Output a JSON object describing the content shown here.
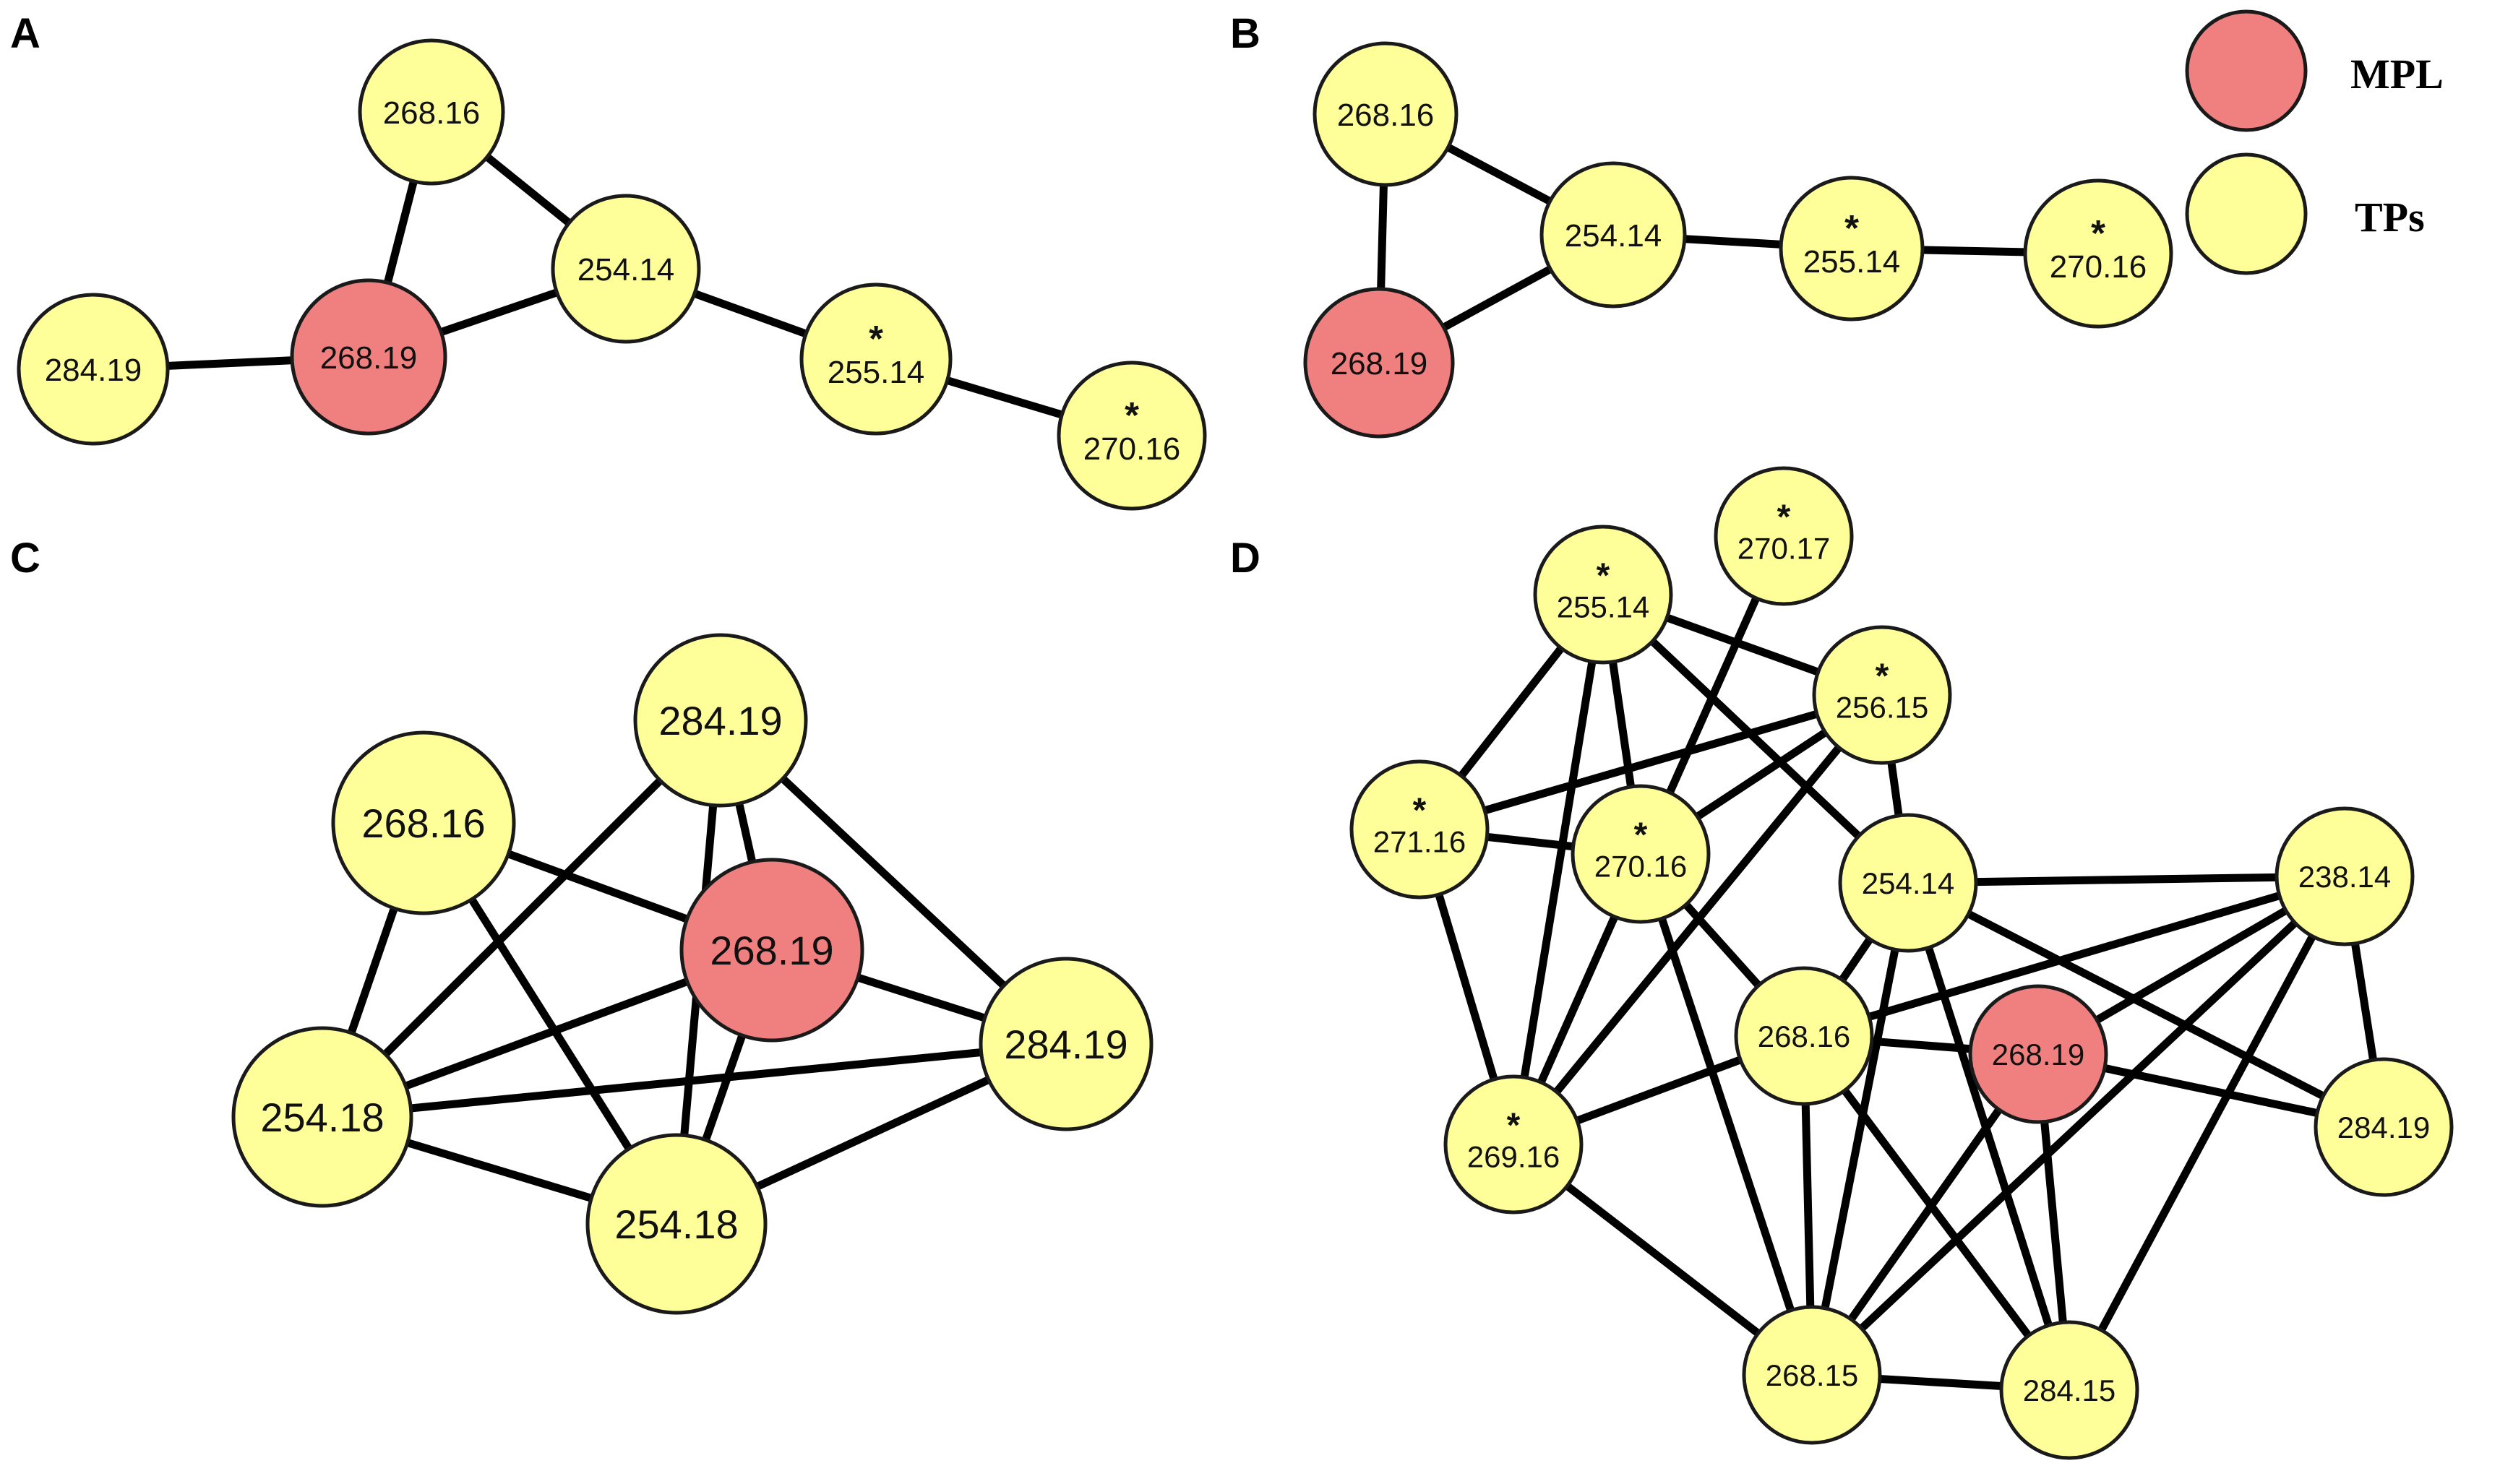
{
  "colors": {
    "mpl": "#f08080",
    "tp": "#ffff99",
    "edge": "#000000",
    "outline": "#1a1a1a"
  },
  "legend": {
    "mpl_label": "MPL",
    "tp_label": "TPs"
  },
  "panels": [
    {
      "label": "A",
      "nodes": [
        {
          "id": "a268_16",
          "text": "268.16",
          "type": "tp",
          "star": false
        },
        {
          "id": "a284_19",
          "text": "284.19",
          "type": "tp",
          "star": false
        },
        {
          "id": "a268_19",
          "text": "268.19",
          "type": "mpl",
          "star": false
        },
        {
          "id": "a254_14",
          "text": "254.14",
          "type": "tp",
          "star": false
        },
        {
          "id": "a255_14",
          "text": "255.14",
          "type": "tp",
          "star": true
        },
        {
          "id": "a270_16",
          "text": "270.16",
          "type": "tp",
          "star": true
        }
      ],
      "edges": [
        [
          "a268_16",
          "a268_19"
        ],
        [
          "a268_16",
          "a254_14"
        ],
        [
          "a284_19",
          "a268_19"
        ],
        [
          "a268_19",
          "a254_14"
        ],
        [
          "a254_14",
          "a255_14"
        ],
        [
          "a255_14",
          "a270_16"
        ]
      ]
    },
    {
      "label": "B",
      "nodes": [
        {
          "id": "b268_16",
          "text": "268.16",
          "type": "tp",
          "star": false
        },
        {
          "id": "b268_19",
          "text": "268.19",
          "type": "mpl",
          "star": false
        },
        {
          "id": "b254_14",
          "text": "254.14",
          "type": "tp",
          "star": false
        },
        {
          "id": "b255_14",
          "text": "255.14",
          "type": "tp",
          "star": true
        },
        {
          "id": "b270_16",
          "text": "270.16",
          "type": "tp",
          "star": true
        }
      ],
      "edges": [
        [
          "b268_16",
          "b268_19"
        ],
        [
          "b268_16",
          "b254_14"
        ],
        [
          "b268_19",
          "b254_14"
        ],
        [
          "b254_14",
          "b255_14"
        ],
        [
          "b255_14",
          "b270_16"
        ]
      ]
    },
    {
      "label": "C",
      "nodes": [
        {
          "id": "c284_19t",
          "text": "284.19",
          "type": "tp",
          "star": false
        },
        {
          "id": "c268_16",
          "text": "268.16",
          "type": "tp",
          "star": false
        },
        {
          "id": "c268_19",
          "text": "268.19",
          "type": "mpl",
          "star": false
        },
        {
          "id": "c284_19r",
          "text": "284.19",
          "type": "tp",
          "star": false
        },
        {
          "id": "c254_18l",
          "text": "254.18",
          "type": "tp",
          "star": false
        },
        {
          "id": "c254_18b",
          "text": "254.18",
          "type": "tp",
          "star": false
        }
      ],
      "edges": [
        [
          "c268_16",
          "c254_18l"
        ],
        [
          "c268_16",
          "c254_18b"
        ],
        [
          "c268_16",
          "c268_19"
        ],
        [
          "c284_19t",
          "c254_18l"
        ],
        [
          "c284_19t",
          "c254_18b"
        ],
        [
          "c284_19t",
          "c268_19"
        ],
        [
          "c284_19t",
          "c284_19r"
        ],
        [
          "c268_19",
          "c254_18l"
        ],
        [
          "c268_19",
          "c254_18b"
        ],
        [
          "c268_19",
          "c284_19r"
        ],
        [
          "c254_18l",
          "c284_19r"
        ],
        [
          "c254_18l",
          "c254_18b"
        ],
        [
          "c254_18b",
          "c284_19r"
        ]
      ]
    },
    {
      "label": "D",
      "nodes": [
        {
          "id": "d255_14",
          "text": "255.14",
          "type": "tp",
          "star": true
        },
        {
          "id": "d270_17",
          "text": "270.17",
          "type": "tp",
          "star": true
        },
        {
          "id": "d256_15",
          "text": "256.15",
          "type": "tp",
          "star": true
        },
        {
          "id": "d271_16",
          "text": "271.16",
          "type": "tp",
          "star": true
        },
        {
          "id": "d270_16",
          "text": "270.16",
          "type": "tp",
          "star": true
        },
        {
          "id": "d254_14",
          "text": "254.14",
          "type": "tp",
          "star": false
        },
        {
          "id": "d238_14",
          "text": "238.14",
          "type": "tp",
          "star": false
        },
        {
          "id": "d268_16",
          "text": "268.16",
          "type": "tp",
          "star": false
        },
        {
          "id": "d268_19",
          "text": "268.19",
          "type": "mpl",
          "star": false
        },
        {
          "id": "d269_16",
          "text": "269.16",
          "type": "tp",
          "star": true
        },
        {
          "id": "d284_19",
          "text": "284.19",
          "type": "tp",
          "star": false
        },
        {
          "id": "d268_15",
          "text": "268.15",
          "type": "tp",
          "star": false
        },
        {
          "id": "d284_15",
          "text": "284.15",
          "type": "tp",
          "star": false
        }
      ],
      "edges": [
        [
          "d255_14",
          "d256_15"
        ],
        [
          "d255_14",
          "d271_16"
        ],
        [
          "d255_14",
          "d270_16"
        ],
        [
          "d255_14",
          "d254_14"
        ],
        [
          "d255_14",
          "d269_16"
        ],
        [
          "d270_17",
          "d269_16"
        ],
        [
          "d256_15",
          "d271_16"
        ],
        [
          "d256_15",
          "d270_16"
        ],
        [
          "d256_15",
          "d254_14"
        ],
        [
          "d256_15",
          "d269_16"
        ],
        [
          "d271_16",
          "d270_16"
        ],
        [
          "d271_16",
          "d269_16"
        ],
        [
          "d270_16",
          "d268_16"
        ],
        [
          "d270_16",
          "d268_15"
        ],
        [
          "d254_14",
          "d238_14"
        ],
        [
          "d254_14",
          "d268_16"
        ],
        [
          "d254_14",
          "d268_15"
        ],
        [
          "d254_14",
          "d284_15"
        ],
        [
          "d254_14",
          "d284_19"
        ],
        [
          "d238_14",
          "d268_16"
        ],
        [
          "d238_14",
          "d268_19"
        ],
        [
          "d238_14",
          "d268_15"
        ],
        [
          "d238_14",
          "d284_15"
        ],
        [
          "d238_14",
          "d284_19"
        ],
        [
          "d268_16",
          "d268_19"
        ],
        [
          "d268_16",
          "d269_16"
        ],
        [
          "d268_16",
          "d268_15"
        ],
        [
          "d268_16",
          "d284_15"
        ],
        [
          "d268_19",
          "d284_19"
        ],
        [
          "d268_19",
          "d268_15"
        ],
        [
          "d268_19",
          "d284_15"
        ],
        [
          "d269_16",
          "d268_15"
        ],
        [
          "d268_15",
          "d284_15"
        ]
      ]
    }
  ]
}
